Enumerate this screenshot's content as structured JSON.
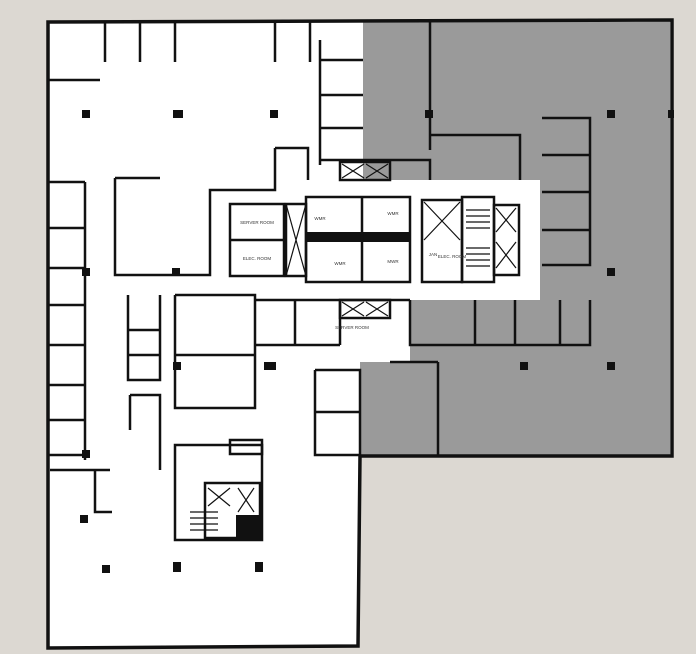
{
  "colors": {
    "background": "#dcd8d2",
    "floor": "#ffffff",
    "highlight_suite": "#9a9a9a",
    "walls": "#111111"
  },
  "rooms": {
    "server_room_1": "SERVER ROOM",
    "elec_room_1": "ELEC. ROOM",
    "restroom_1": "WMR",
    "restroom_2": "WMR",
    "restroom_3": "MWR",
    "restroom_4": "WMR",
    "janitor": "JAN",
    "elec_room_2": "ELEC. ROOM",
    "server_room_2": "SERVER ROOM"
  }
}
